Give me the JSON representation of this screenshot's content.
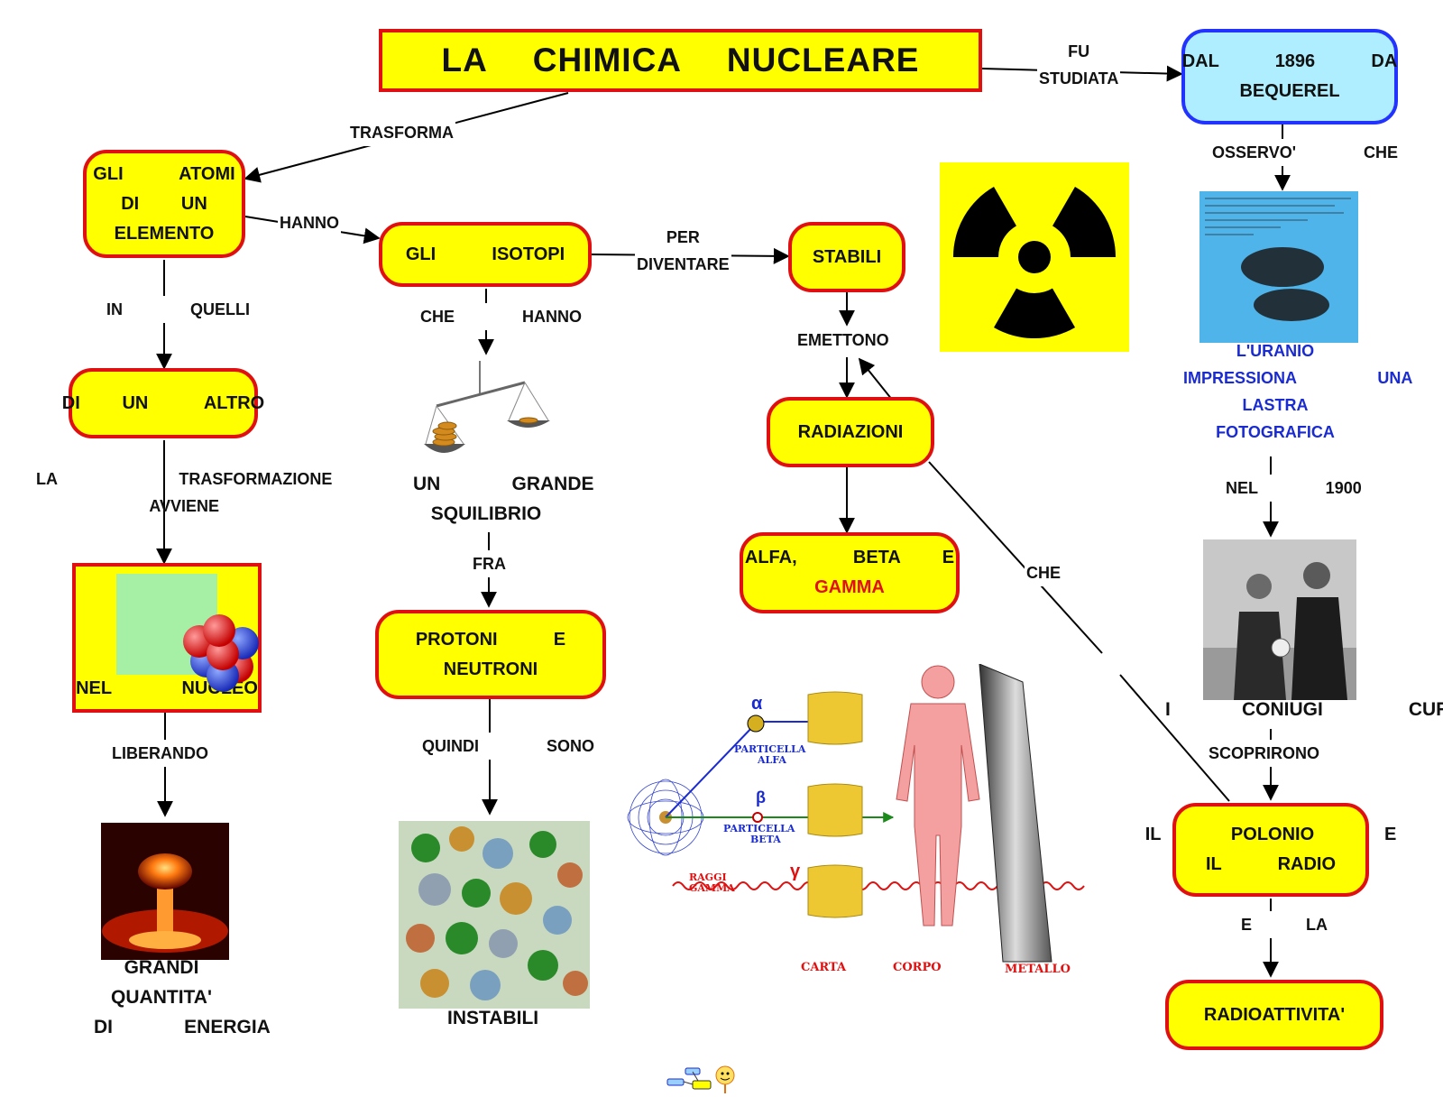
{
  "title": "LA    CHIMICA      NUCLEARE",
  "nodes": {
    "bequerel": "DAL    1896    DA\nBEQUEREL",
    "atomi": "GLI    ATOMI\nDI   UN\nELEMENTO",
    "isotopi": "GLI    ISOTOPI",
    "stabili": "STABILI",
    "altro": "DI   UN    ALTRO",
    "radiazioni": "RADIAZIONI",
    "alfa_beta_e": "ALFA,    BETA   E",
    "gamma": "GAMMA",
    "nucleo": "NEL     NUCLEO",
    "protoni": "PROTONI    E\nNEUTRONI",
    "polonio": "IL     POLONIO     E\nIL    RADIO",
    "radioattivita": "RADIOATTIVITA'"
  },
  "links": {
    "fu_studiata": "FU\nSTUDIATA",
    "trasforma": "TRASFORMA",
    "osservo": "OSSERVO'     CHE",
    "hanno": "HANNO",
    "per_diventare": "PER\nDIVENTARE",
    "in_quelli": "IN     QUELLI",
    "che_hanno": "CHE     HANNO",
    "emettono": "EMETTONO",
    "trasformazione": "LA         TRASFORMAZIONE\nAVVIENE",
    "nel_1900": "NEL     1900",
    "fra": "FRA",
    "che": "CHE",
    "liberando": "LIBERANDO",
    "quindi_sono": "QUINDI     SONO",
    "scoprirono": "SCOPRIRONO",
    "e_la": "E    LA"
  },
  "texts": {
    "uranio": "L'URANIO\nIMPRESSIONA      UNA\nLASTRA\nFOTOGRAFICA",
    "squilibrio": "UN     GRANDE\nSQUILIBRIO",
    "coniugi": "I     CONIUGI      CURIE",
    "energia": "GRANDI\nQUANTITA'\nDI     ENERGIA",
    "instabili": "INSTABILI"
  },
  "figure_labels": {
    "alpha": "α",
    "beta": "β",
    "gamma": "γ",
    "particella_alfa": "PARTICELLA\nALFA",
    "particella_beta": "PARTICELLA\nBETA",
    "raggi_gamma": "RAGGI\nGAMMA",
    "carta": "CARTA",
    "corpo": "CORPO",
    "metallo": "METALLO"
  },
  "colors": {
    "node_fill": "#ffff00",
    "node_border": "#e01010",
    "bequerel_fill": "#aeeefe",
    "bequerel_border": "#2333ff",
    "blue_text": "#1a2bd0",
    "gamma_text": "#e01010"
  },
  "icons": [
    "radiation-symbol-icon",
    "photographic-plate-image",
    "balance-scale-icon",
    "nucleus-icon",
    "curie-photo-image",
    "mushroom-cloud-image",
    "molecules-image",
    "radiation-penetration-figure",
    "cmap-logo-icon"
  ]
}
